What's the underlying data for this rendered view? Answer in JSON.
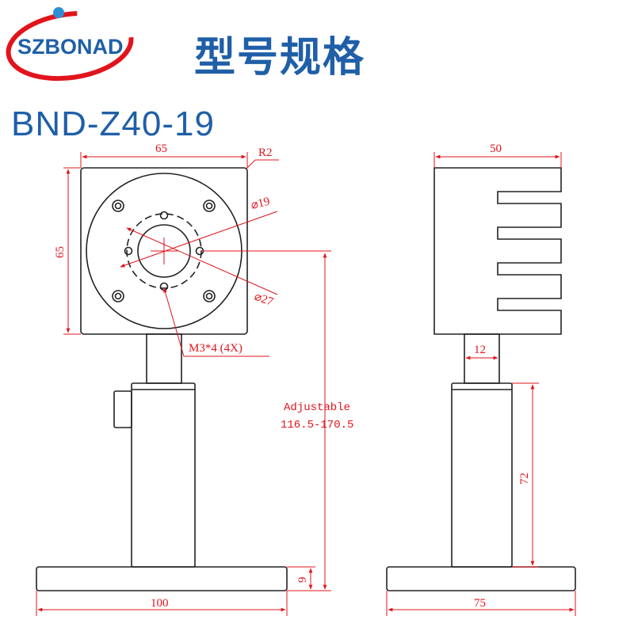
{
  "header": {
    "logo_text": "SZBONAD",
    "title": "型号规格",
    "model": "BND-Z40-19"
  },
  "colors": {
    "brand_blue": "#1f5fa8",
    "logo_red": "#e1141c",
    "dimension_red": "#e1141c",
    "line": "#222222"
  },
  "front_view": {
    "width_label": "65",
    "height_label": "65",
    "corner_label": "R2",
    "hole_label": "⌀19",
    "circle_label": "⌀27",
    "thread_label": "M3*4 (4X)",
    "adjust_label": "Adjustable",
    "adjust_range": "116.5-170.5",
    "base_height_label": "9",
    "base_width_label": "100"
  },
  "side_view": {
    "width_label": "50",
    "post_label": "12",
    "tube_height_label": "72",
    "base_width_label": "75"
  }
}
